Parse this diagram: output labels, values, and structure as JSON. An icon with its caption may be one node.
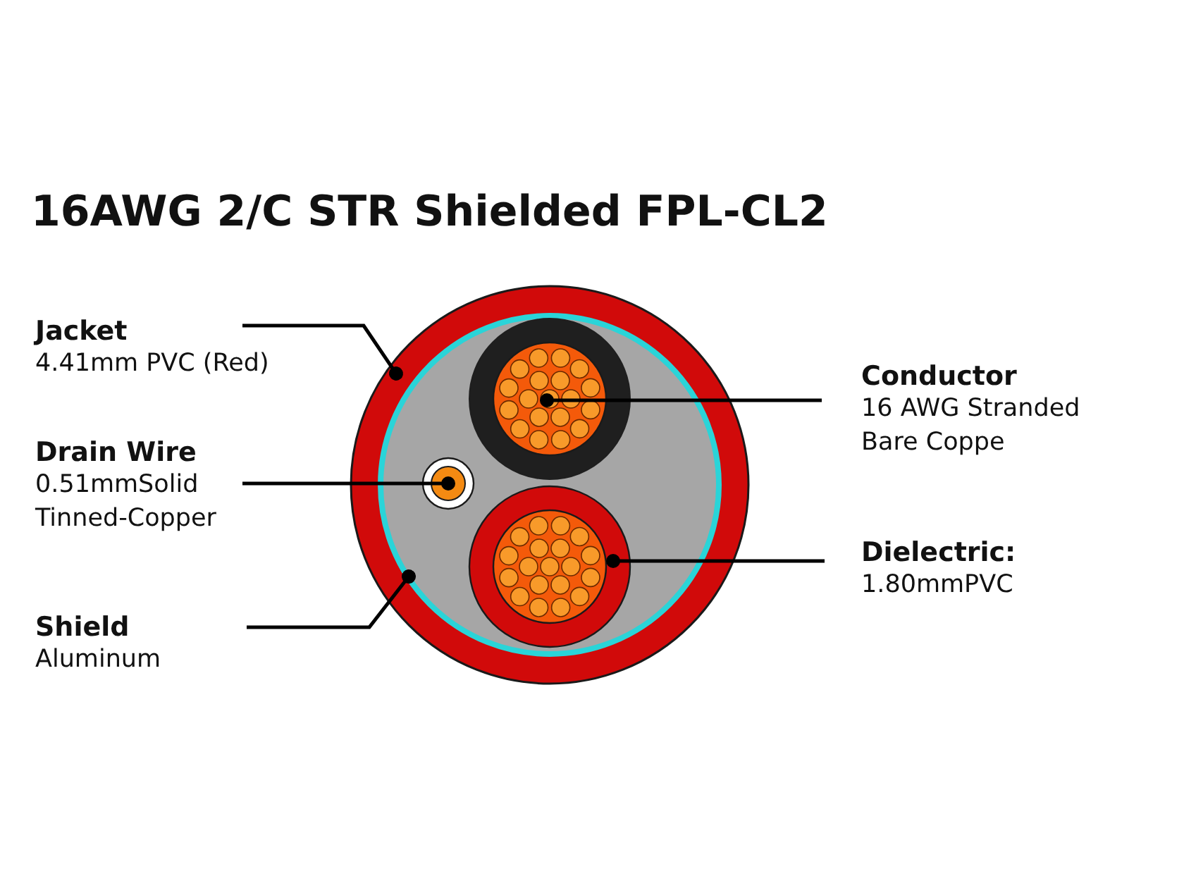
{
  "diagram": {
    "title": "16AWG 2/C STR Shielded FPL-CL2",
    "nodes": [
      {
        "text": [
          "Jacket",
          "4.41mm PVC (Red)"
        ]
      },
      {
        "text": [
          "Drain Wire",
          "0.51mmSolid Tinned-Copper"
        ]
      },
      {
        "text": [
          "Shield",
          "Aluminum"
        ]
      },
      {
        "text": [
          "Conductor",
          "16 AWG Stranded Bare Coppe"
        ]
      },
      {
        "text": [
          "Dielectric:",
          "1.80mmPVC"
        ]
      },
      {
        "text": [],
        "shape": "circle"
      },
      {
        "text": [],
        "shape": "circle",
        "in": 5
      },
      {
        "text": [],
        "shape": "circle",
        "in": 6
      },
      {
        "text": [],
        "shape": "circle",
        "in": 6
      },
      {
        "text": [],
        "shape": "circle",
        "in": 6
      }
    ],
    "edges": [
      {
        "from": 0,
        "to": 5,
        "arrow": "other"
      },
      {
        "from": 1,
        "to": 7,
        "arrow": "other"
      },
      {
        "from": 2,
        "to": 6,
        "arrow": "other"
      },
      {
        "from": 3,
        "to": 8,
        "arrow": "other"
      },
      {
        "from": 4,
        "to": 9,
        "arrow": "other"
      }
    ]
  }
}
